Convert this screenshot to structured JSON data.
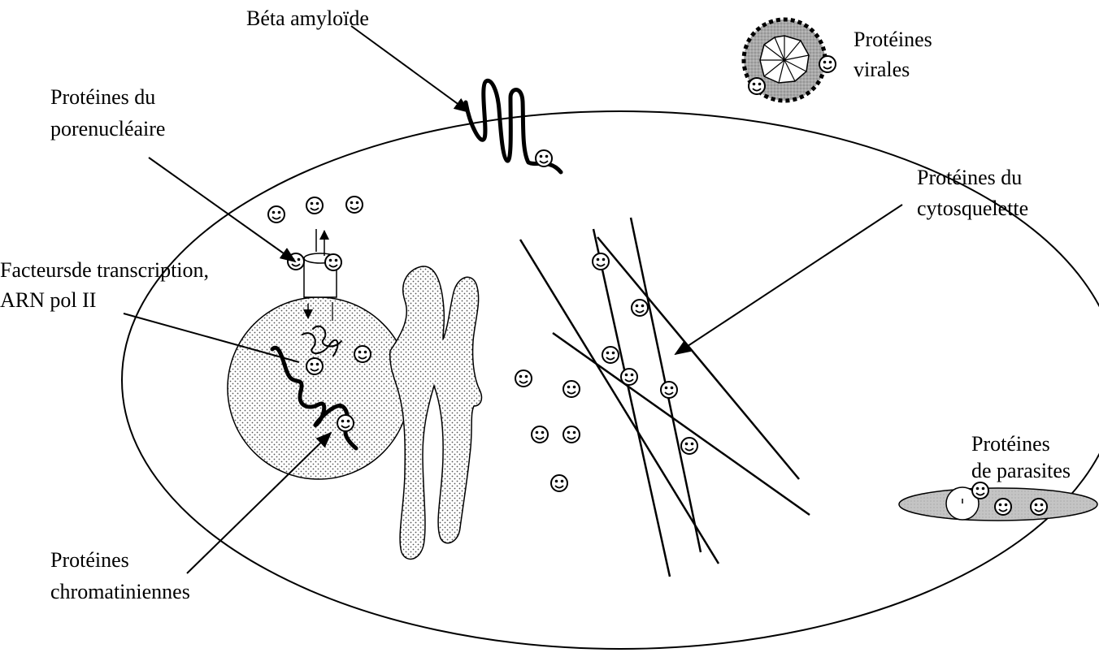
{
  "labels": {
    "beta_amyloid": "Béta amyloïde",
    "viral_line1": "Protéines",
    "viral_line2": "virales",
    "nuclear_pore_line1": "Protéines du",
    "nuclear_pore_line2": "porenucléaire",
    "cytoskeleton_line1": "Protéines du",
    "cytoskeleton_line2": "cytosquelette",
    "transcription_line1": "Facteursde transcription,",
    "transcription_line2": "ARN pol II",
    "parasites_line1": "Protéines",
    "parasites_line2": "de parasites",
    "chromatin_line1": "Protéines",
    "chromatin_line2": "chromatiniennes"
  }
}
